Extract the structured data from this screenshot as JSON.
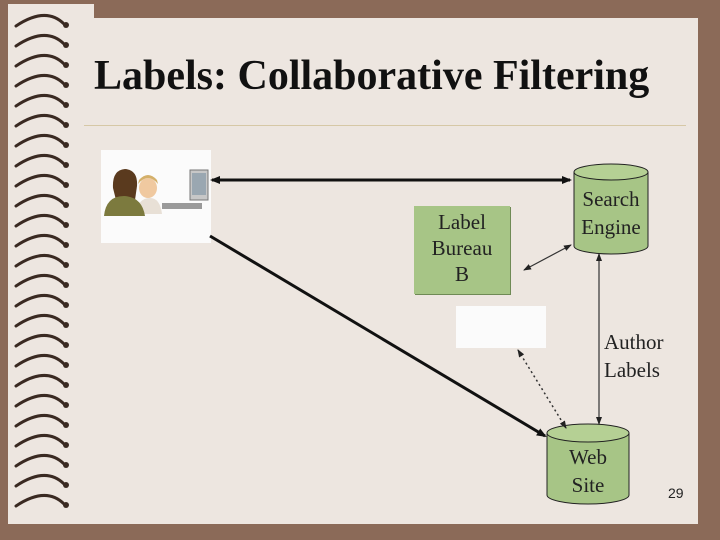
{
  "slide": {
    "title": "Labels: Collaborative Filtering",
    "page_number": "29"
  },
  "nodes": {
    "search_engine": {
      "line1": "Search",
      "line2": "Engine"
    },
    "label_bureau": {
      "line1": "Label",
      "line2": "Bureau",
      "line3": "B"
    },
    "author_labels": {
      "line1": "Author",
      "line2": "Labels"
    },
    "web_site": {
      "line1": "Web",
      "line2": "Site"
    },
    "users": {
      "icon": "users-at-computer-icon"
    }
  },
  "colors": {
    "background": "#8b6a58",
    "paper": "#ede6e0",
    "node_fill": "#a7c586",
    "rule": "#d6c8a6"
  }
}
